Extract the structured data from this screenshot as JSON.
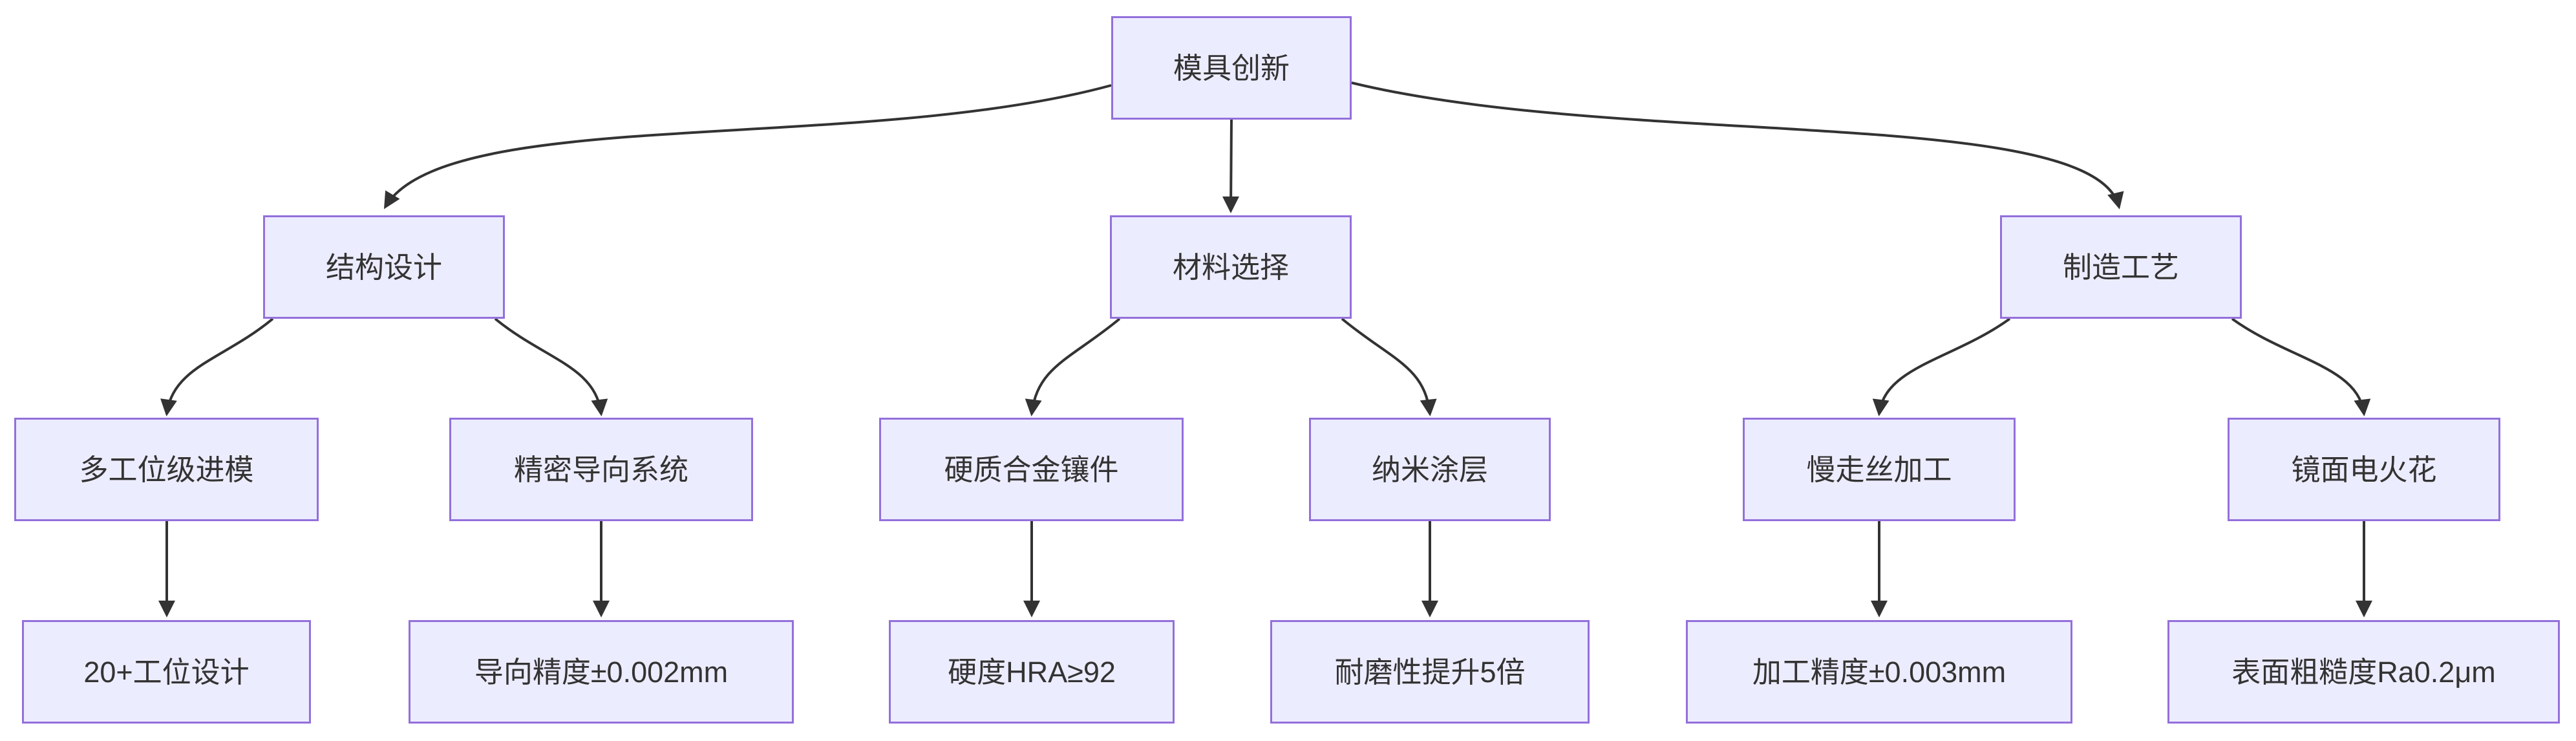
{
  "diagram": {
    "type": "flowchart",
    "direction": "top-down",
    "colors": {
      "node_fill": "#ECECFF",
      "node_border": "#9370DB",
      "edge": "#333333",
      "text": "#333333",
      "background": "#FFFFFF"
    },
    "nodes": [
      {
        "id": "mold-innovation",
        "label": "模具创新"
      },
      {
        "id": "structure-design",
        "label": "结构设计"
      },
      {
        "id": "material-selection",
        "label": "材料选择"
      },
      {
        "id": "manufacturing-process",
        "label": "制造工艺"
      },
      {
        "id": "progressive-die",
        "label": "多工位级进模"
      },
      {
        "id": "guide-system",
        "label": "精密导向系统"
      },
      {
        "id": "carbide-insert",
        "label": "硬质合金镶件"
      },
      {
        "id": "nano-coating",
        "label": "纳米涂层"
      },
      {
        "id": "wire-edm",
        "label": "慢走丝加工"
      },
      {
        "id": "mirror-edm",
        "label": "镜面电火花"
      },
      {
        "id": "station-design",
        "label": "20+工位设计"
      },
      {
        "id": "guide-accuracy",
        "label": "导向精度±0.002mm"
      },
      {
        "id": "hardness",
        "label": "硬度HRA≥92"
      },
      {
        "id": "wear-resistance",
        "label": "耐磨性提升5倍"
      },
      {
        "id": "machining-accuracy",
        "label": "加工精度±0.003mm"
      },
      {
        "id": "surface-roughness",
        "label": "表面粗糙度Ra0.2μm"
      }
    ],
    "edges": [
      {
        "from": "模具创新",
        "to": "结构设计"
      },
      {
        "from": "模具创新",
        "to": "材料选择"
      },
      {
        "from": "模具创新",
        "to": "制造工艺"
      },
      {
        "from": "结构设计",
        "to": "多工位级进模"
      },
      {
        "from": "结构设计",
        "to": "精密导向系统"
      },
      {
        "from": "材料选择",
        "to": "硬质合金镶件"
      },
      {
        "from": "材料选择",
        "to": "纳米涂层"
      },
      {
        "from": "制造工艺",
        "to": "慢走丝加工"
      },
      {
        "from": "制造工艺",
        "to": "镜面电火花"
      },
      {
        "from": "多工位级进模",
        "to": "20+工位设计"
      },
      {
        "from": "精密导向系统",
        "to": "导向精度±0.002mm"
      },
      {
        "from": "硬质合金镶件",
        "to": "硬度HRA≥92"
      },
      {
        "from": "纳米涂层",
        "to": "耐磨性提升5倍"
      },
      {
        "from": "慢走丝加工",
        "to": "加工精度±0.003mm"
      },
      {
        "from": "镜面电火花",
        "to": "表面粗糙度Ra0.2μm"
      }
    ]
  }
}
